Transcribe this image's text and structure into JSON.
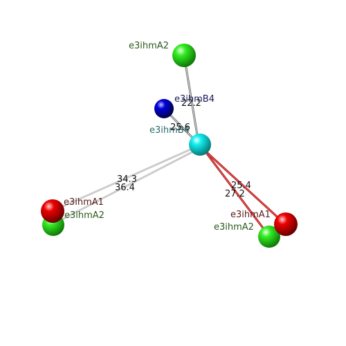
{
  "colors": {
    "background": "#ffffff",
    "green_atom": "#22dd11",
    "red_atom": "#dd0000",
    "blue_atom": "#0000cc",
    "cyan_atom": "#00dddd",
    "gray_bond": "#b0b0b0",
    "red_bond": "#cc1111",
    "green_label": "#2a5a1a",
    "red_label": "#5a1a1a",
    "blue_label": "#1a1a5a",
    "teal_label": "#2a6a6a"
  },
  "atoms": {
    "center": {
      "color": "cyan"
    },
    "top_green": {
      "color": "green",
      "label": "e3ihmA2"
    },
    "blue": {
      "color": "blue",
      "label_upper": "e3ihmB4",
      "label_lower": "e3ihmB4"
    },
    "left_red": {
      "color": "red",
      "label": "e3ihmA1"
    },
    "left_green": {
      "color": "green",
      "label": "e3ihmA2"
    },
    "right_red": {
      "color": "red",
      "label": "e3ihmA1"
    },
    "right_green": {
      "color": "green",
      "label": "e3ihmA2"
    }
  },
  "distances": {
    "top_green": "22.2",
    "blue": "25.6",
    "left_red": "34.3",
    "left_green": "36.4",
    "right_red": "25.4",
    "right_green": "27.2"
  }
}
